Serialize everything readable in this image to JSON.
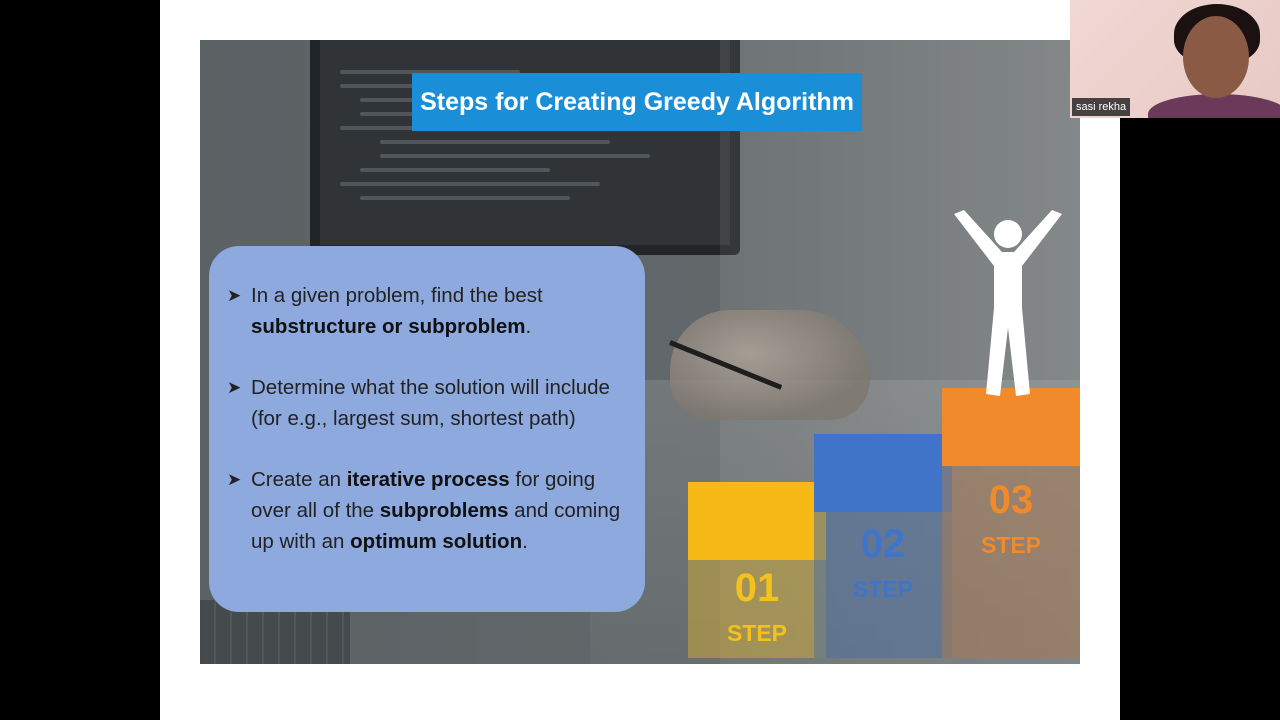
{
  "slide": {
    "title": "Steps for Creating Greedy Algorithm",
    "bullets": [
      {
        "parts": [
          {
            "text": "In a given problem, find the best ",
            "bold": false
          },
          {
            "text": "substructure or subproblem",
            "bold": true
          },
          {
            "text": ".",
            "bold": false
          }
        ]
      },
      {
        "parts": [
          {
            "text": "Determine what the solution will include (for e.g., largest sum, shortest path)",
            "bold": false
          }
        ]
      },
      {
        "parts": [
          {
            "text": "Create an ",
            "bold": false
          },
          {
            "text": "iterative process",
            "bold": true
          },
          {
            "text": " for going over all of the ",
            "bold": false
          },
          {
            "text": "subproblems",
            "bold": true
          },
          {
            "text": " and coming up with an ",
            "bold": false
          },
          {
            "text": "optimum solution",
            "bold": true
          },
          {
            "text": ".",
            "bold": false
          }
        ]
      }
    ],
    "steps": [
      {
        "number": "01",
        "label": "STEP",
        "top_color": "#f7b916",
        "body_color": "#c9a73a",
        "text_color": "#f4c21c"
      },
      {
        "number": "02",
        "label": "STEP",
        "top_color": "#3f74c9",
        "body_color": "#4f6f9e",
        "text_color": "#3f74c9"
      },
      {
        "number": "03",
        "label": "STEP",
        "top_color": "#f08a2a",
        "body_color": "#a57a55",
        "text_color": "#f08a2a"
      }
    ]
  },
  "webcam": {
    "participant_name": "sasi rekha"
  },
  "colors": {
    "title_bar": "#1a8fd8",
    "content_box": "#8ea9de"
  }
}
